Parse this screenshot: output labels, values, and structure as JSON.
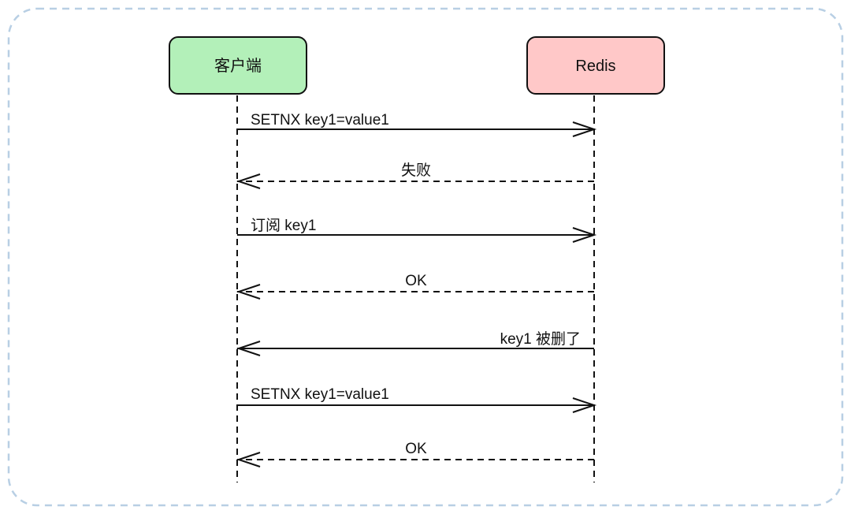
{
  "diagram": {
    "participants": [
      {
        "id": "client",
        "label": "客户端",
        "fill": "#b3f0b9"
      },
      {
        "id": "redis",
        "label": "Redis",
        "fill": "#ffc8c8"
      }
    ],
    "messages": [
      {
        "from": "client",
        "to": "redis",
        "label": "SETNX key1=value1",
        "style": "solid"
      },
      {
        "from": "redis",
        "to": "client",
        "label": "失败",
        "style": "dashed"
      },
      {
        "from": "client",
        "to": "redis",
        "label": "订阅 key1",
        "style": "solid"
      },
      {
        "from": "redis",
        "to": "client",
        "label": "OK",
        "style": "dashed"
      },
      {
        "from": "redis",
        "to": "client",
        "label": "key1 被删了",
        "style": "solid"
      },
      {
        "from": "client",
        "to": "redis",
        "label": "SETNX key1=value1",
        "style": "solid"
      },
      {
        "from": "redis",
        "to": "client",
        "label": "OK",
        "style": "dashed"
      }
    ],
    "colors": {
      "frame_border": "#b8cfe4",
      "line": "#111111"
    }
  }
}
